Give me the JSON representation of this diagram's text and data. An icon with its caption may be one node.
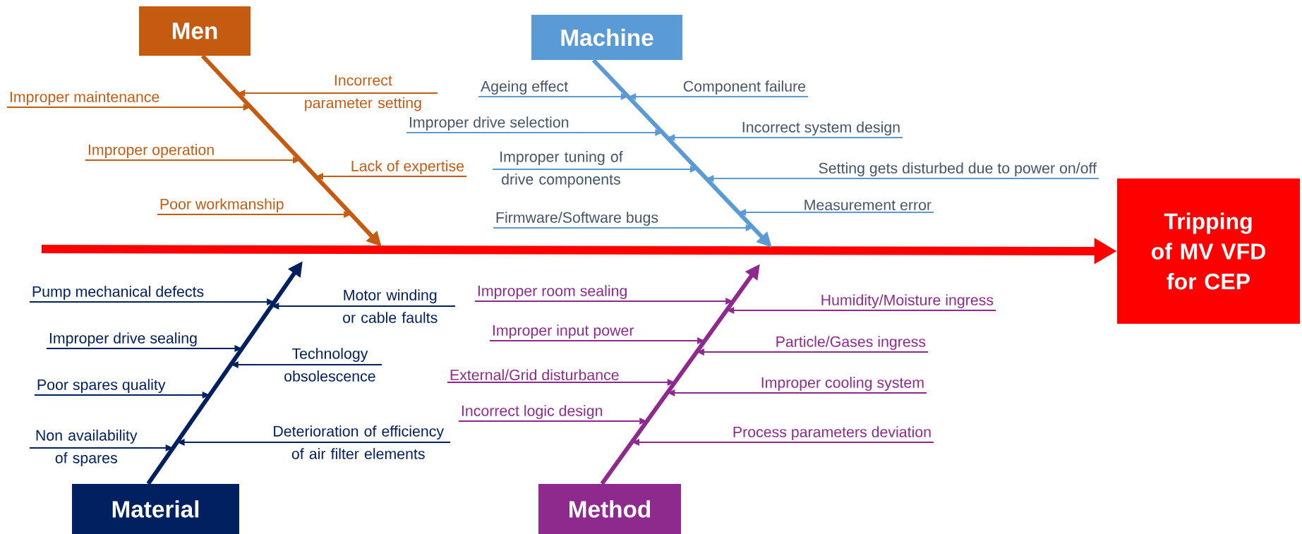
{
  "diagram": {
    "nodes": [
      {
        "text": [
          "Men"
        ]
      },
      {
        "text": [
          "Improper maintenance"
        ]
      },
      {
        "text": [
          "Incorrect parameter setting"
        ]
      },
      {
        "text": [
          "Improper operation"
        ]
      },
      {
        "text": [
          "Lack of expertise"
        ]
      },
      {
        "text": [
          "Poor workmanship"
        ]
      },
      {
        "text": [
          "Machine"
        ]
      },
      {
        "text": [
          "Ageing effect"
        ]
      },
      {
        "text": [
          "Component failure"
        ]
      },
      {
        "text": [
          "Improper drive selection"
        ]
      },
      {
        "text": [
          "Incorrect system design"
        ]
      },
      {
        "text": [
          "Improper tuning of drive components"
        ]
      },
      {
        "text": [
          "Setting gets disturbed due to power on/off"
        ]
      },
      {
        "text": [
          "Measurement error"
        ]
      },
      {
        "text": [
          "Firmware/Software bugs"
        ]
      },
      {
        "text": [
          "Tripping of MV VFD for CEP"
        ]
      },
      {
        "text": [
          "Pump mechanical defects"
        ]
      },
      {
        "text": [
          "Motor winding or cable faults"
        ]
      },
      {
        "text": [
          "Improper drive sealing"
        ]
      },
      {
        "text": [
          "Technology obsolescence"
        ]
      },
      {
        "text": [
          "Poor spares quality"
        ]
      },
      {
        "text": [
          "Non availability of spares"
        ]
      },
      {
        "text": [
          "Deterioration of efficiency of air filter elements"
        ]
      },
      {
        "text": [
          "Material"
        ]
      },
      {
        "text": [
          "Improper room sealing"
        ]
      },
      {
        "text": [
          "Humidity/Moisture ingress"
        ]
      },
      {
        "text": [
          "Improper input power"
        ]
      },
      {
        "text": [
          "Particle/Gases ingress"
        ]
      },
      {
        "text": [
          "External/Grid disturbance"
        ]
      },
      {
        "text": [
          "Improper cooling system"
        ]
      },
      {
        "text": [
          "Incorrect logic design"
        ]
      },
      {
        "text": [
          "Process parameters deviation"
        ]
      },
      {
        "text": [
          "Method"
        ]
      }
    ],
    "edges": [
      {
        "from": null,
        "to": 15,
        "arrow": "to",
        "style": "thick",
        "color": "#ff0000"
      },
      {
        "from": 0,
        "to": null,
        "arrow": "to",
        "style": "thick",
        "color": "#c55a11"
      },
      {
        "from": 6,
        "to": null,
        "arrow": "to",
        "style": "thick",
        "color": "#5b9bd5"
      },
      {
        "from": 23,
        "to": null,
        "arrow": "to",
        "style": "thick",
        "color": "#002060"
      },
      {
        "from": 32,
        "to": null,
        "arrow": "to",
        "style": "thick",
        "color": "#8e2a8e"
      },
      {
        "from": 1,
        "to": null,
        "arrow": "to",
        "color": "#c55a11"
      },
      {
        "from": 2,
        "to": null,
        "arrow": "to",
        "color": "#c55a11"
      },
      {
        "from": 3,
        "to": null,
        "arrow": "to",
        "color": "#c55a11"
      },
      {
        "from": 4,
        "to": null,
        "arrow": "to",
        "color": "#c55a11"
      },
      {
        "from": 5,
        "to": null,
        "arrow": "to",
        "color": "#c55a11"
      },
      {
        "from": 7,
        "to": null,
        "arrow": "to",
        "color": "#5b9bd5"
      },
      {
        "from": 8,
        "to": null,
        "arrow": "to",
        "color": "#5b9bd5"
      },
      {
        "from": 9,
        "to": null,
        "arrow": "to",
        "color": "#5b9bd5"
      },
      {
        "from": 10,
        "to": null,
        "arrow": "to",
        "color": "#5b9bd5"
      },
      {
        "from": 11,
        "to": null,
        "arrow": "to",
        "color": "#5b9bd5"
      },
      {
        "from": 12,
        "to": null,
        "arrow": "to",
        "color": "#5b9bd5"
      },
      {
        "from": 13,
        "to": null,
        "arrow": "to",
        "color": "#5b9bd5"
      },
      {
        "from": 14,
        "to": null,
        "arrow": "to",
        "color": "#5b9bd5"
      },
      {
        "from": 16,
        "to": null,
        "arrow": "to",
        "color": "#002060"
      },
      {
        "from": 17,
        "to": null,
        "arrow": "to",
        "color": "#002060"
      },
      {
        "from": 18,
        "to": null,
        "arrow": "to",
        "color": "#002060"
      },
      {
        "from": 19,
        "to": null,
        "arrow": "to",
        "color": "#002060"
      },
      {
        "from": 20,
        "to": null,
        "arrow": "to",
        "color": "#002060"
      },
      {
        "from": 21,
        "to": null,
        "arrow": "to",
        "color": "#002060"
      },
      {
        "from": 22,
        "to": null,
        "arrow": "to",
        "color": "#002060"
      },
      {
        "from": 24,
        "to": null,
        "arrow": "to",
        "color": "#8e2a8e"
      },
      {
        "from": 25,
        "to": null,
        "arrow": "to",
        "color": "#8e2a8e"
      },
      {
        "from": 26,
        "to": null,
        "arrow": "to",
        "color": "#8e2a8e"
      },
      {
        "from": 27,
        "to": null,
        "arrow": "to",
        "color": "#8e2a8e"
      },
      {
        "from": 28,
        "to": null,
        "arrow": "to",
        "color": "#8e2a8e"
      },
      {
        "from": 29,
        "to": null,
        "arrow": "to",
        "color": "#8e2a8e"
      },
      {
        "from": 30,
        "to": null,
        "arrow": "to",
        "color": "#8e2a8e"
      },
      {
        "from": 31,
        "to": null,
        "arrow": "to",
        "color": "#8e2a8e"
      }
    ]
  }
}
